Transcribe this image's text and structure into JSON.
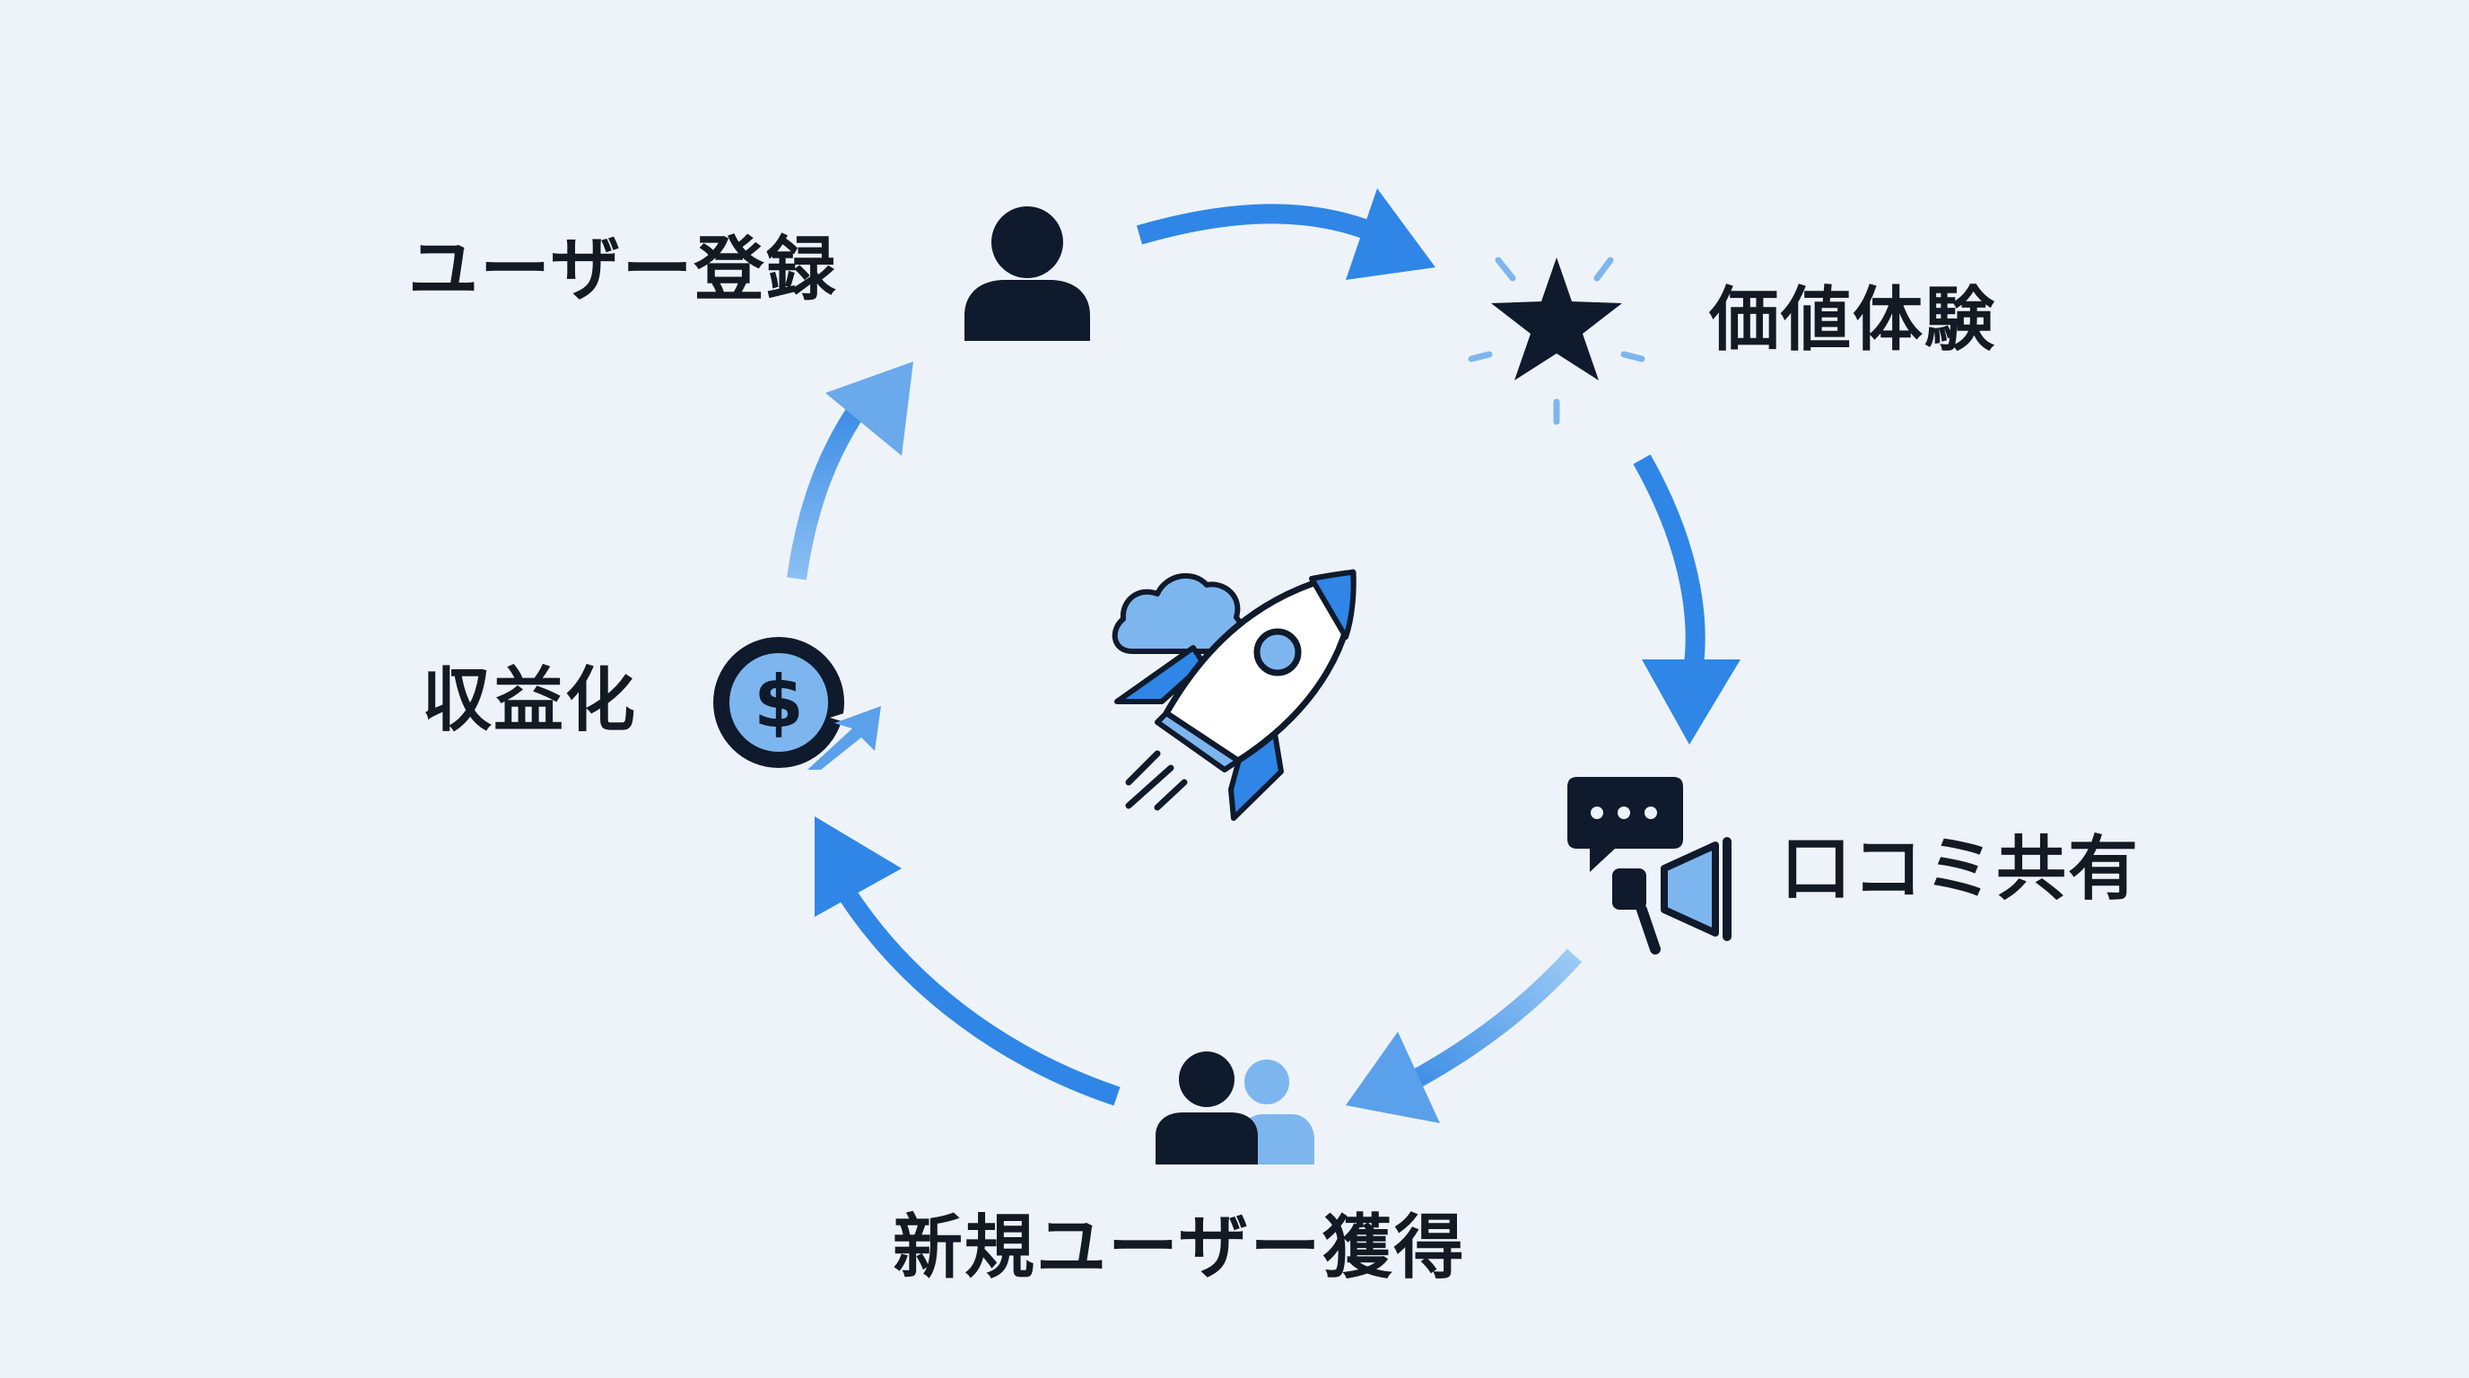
{
  "steps": {
    "register": {
      "label": "ユーザー登録",
      "icon": "user-icon"
    },
    "value": {
      "label": "価値体験",
      "icon": "star-icon"
    },
    "share": {
      "label": "口コミ共有",
      "icon": "chat-megaphone-icon"
    },
    "acquire": {
      "label": "新規ユーザー獲得",
      "icon": "users-icon"
    },
    "monetize": {
      "label": "収益化",
      "icon": "dollar-coin-growth-icon"
    }
  },
  "center": {
    "icon": "rocket-icon"
  },
  "colors": {
    "background": "#eef3f9",
    "dark": "#0f1a2c",
    "blue": "#2f86e6",
    "light_blue": "#7db6ef",
    "text": "#141a24"
  }
}
